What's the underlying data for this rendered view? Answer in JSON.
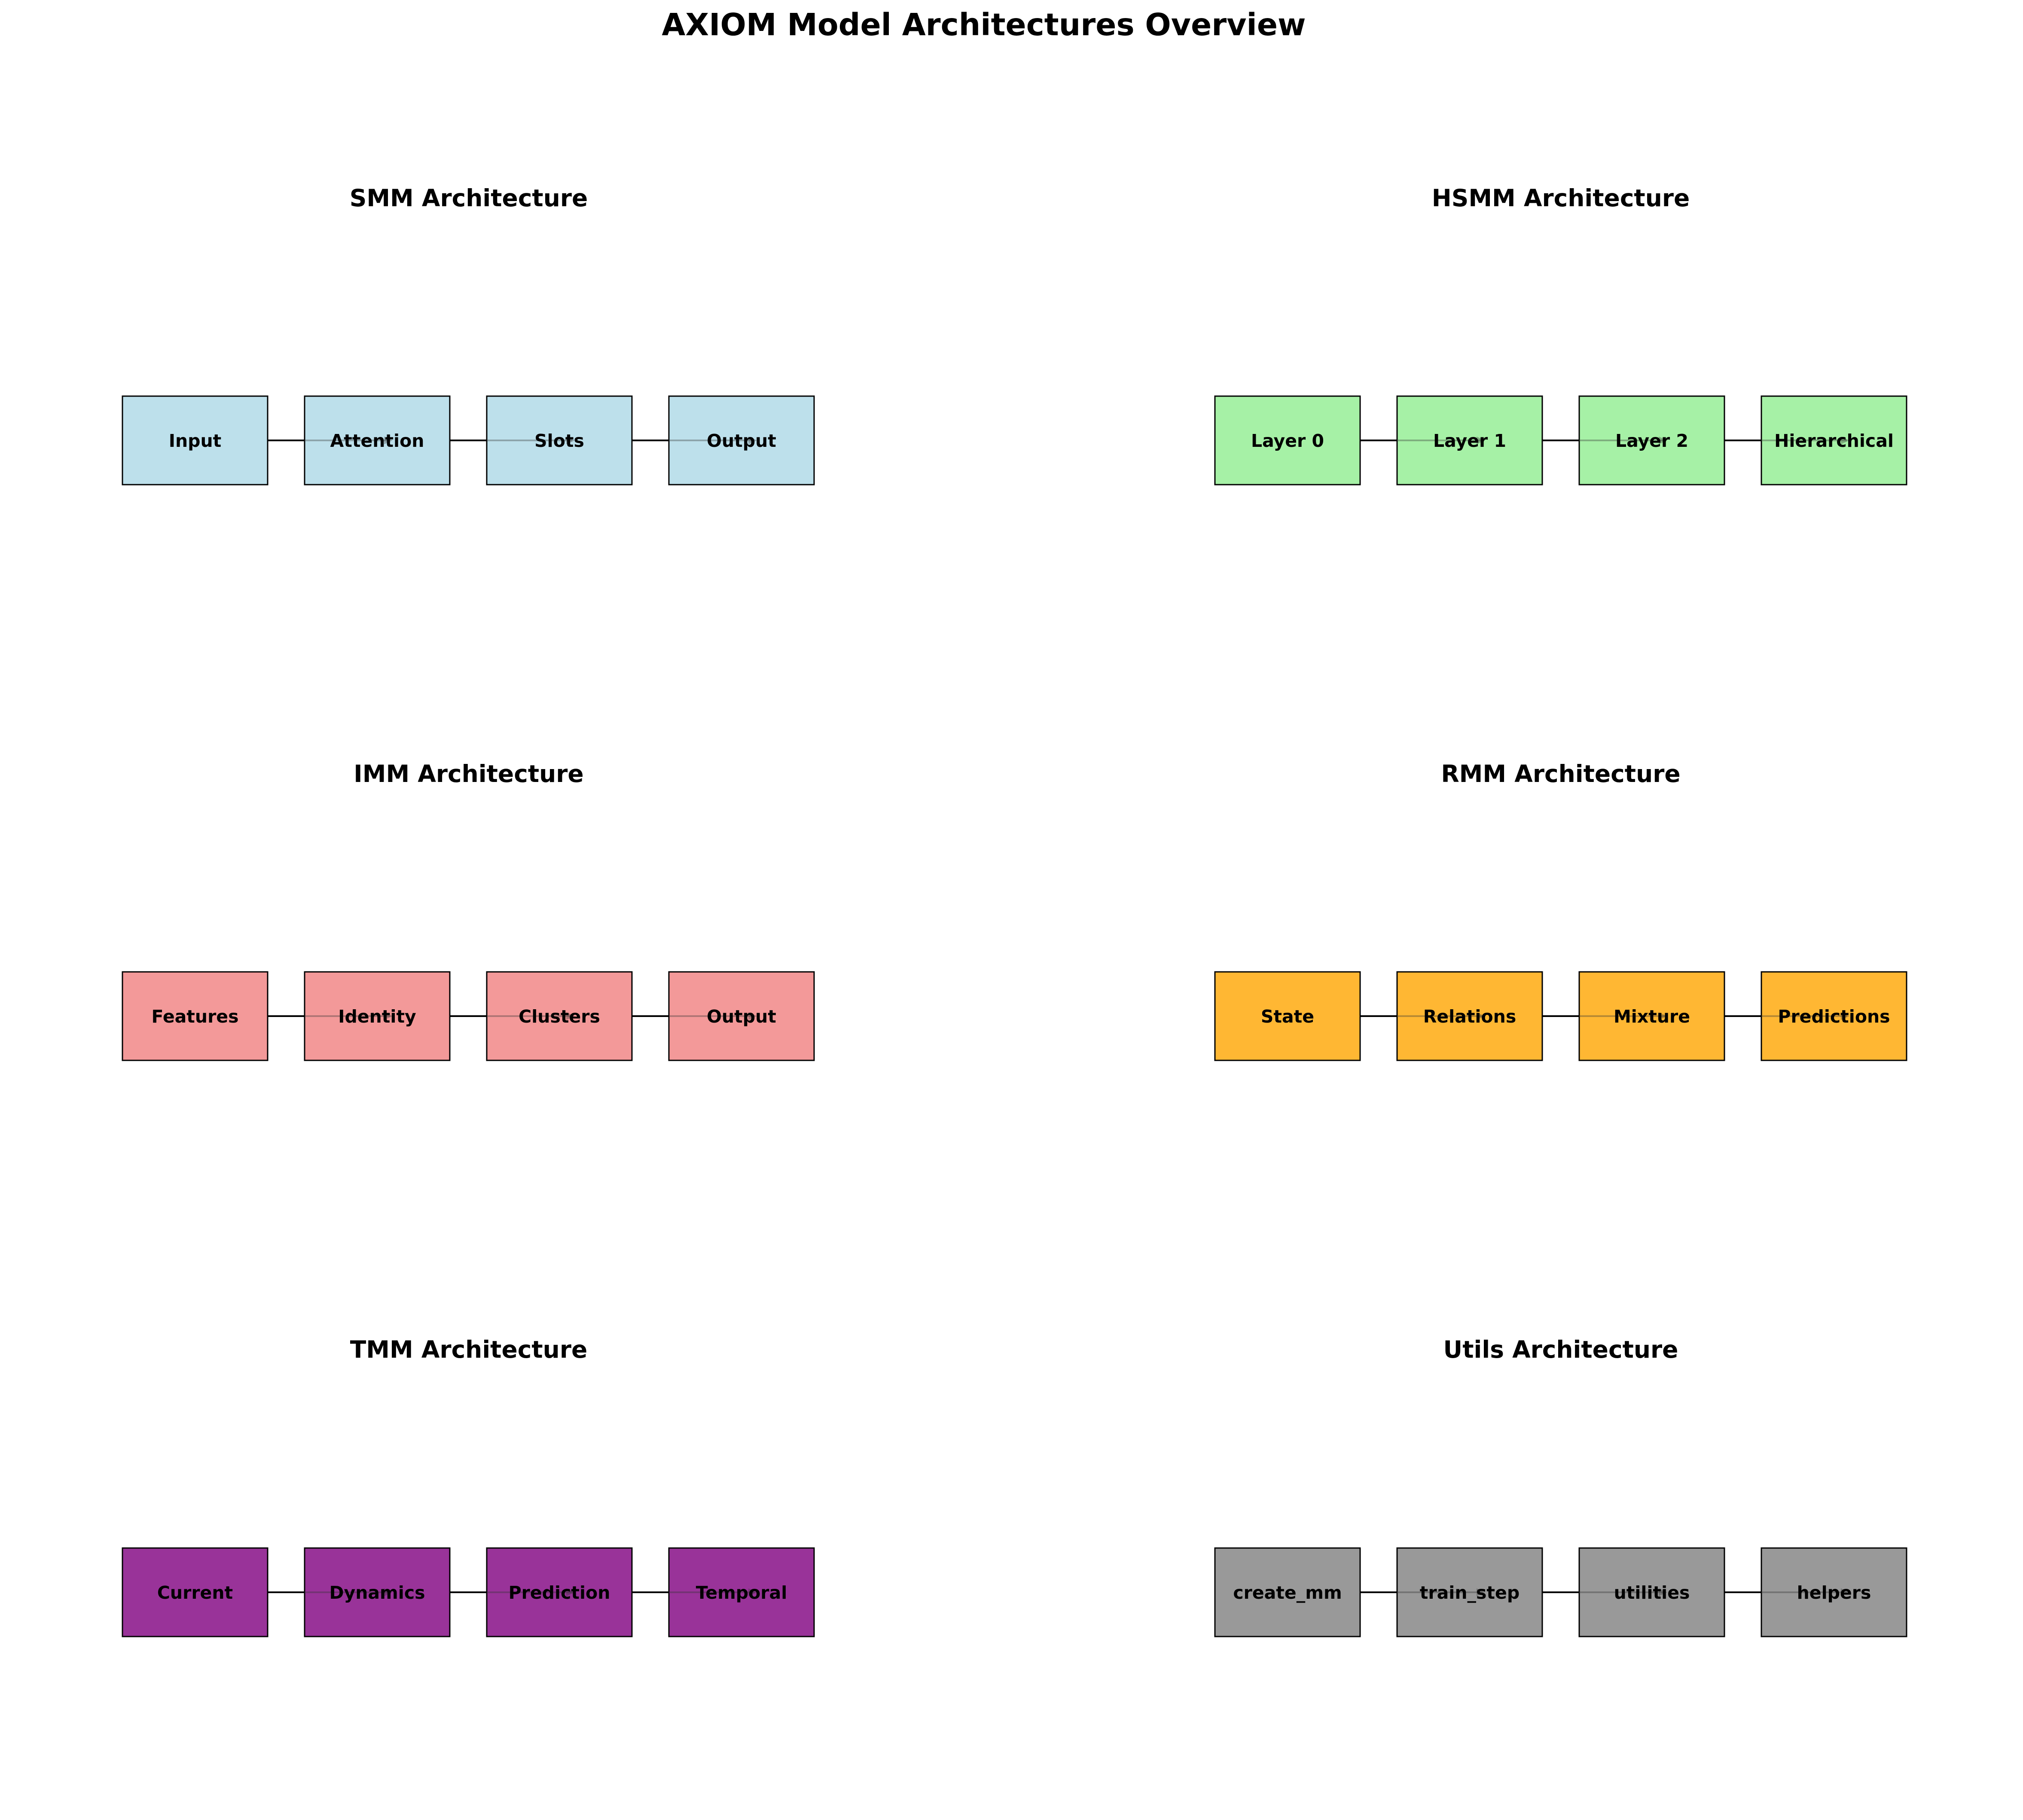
{
  "title": "AXIOM Model Architectures Overview",
  "panels": [
    {
      "title": "SMM Architecture",
      "color": "#add8e6",
      "components": [
        "Input",
        "Attention",
        "Slots",
        "Output"
      ]
    },
    {
      "title": "HSMM Architecture",
      "color": "#90ee90",
      "components": [
        "Layer 0",
        "Layer 1",
        "Layer 2",
        "Hierarchical"
      ]
    },
    {
      "title": "IMM Architecture",
      "color": "#f08080",
      "components": [
        "Features",
        "Identity",
        "Clusters",
        "Output"
      ]
    },
    {
      "title": "RMM Architecture",
      "color": "#ffa500",
      "components": [
        "State",
        "Relations",
        "Mixture",
        "Predictions"
      ]
    },
    {
      "title": "TMM Architecture",
      "color": "#800080",
      "components": [
        "Current",
        "Dynamics",
        "Prediction",
        "Temporal"
      ]
    },
    {
      "title": "Utils Architecture",
      "color": "#808080",
      "components": [
        "create_mm",
        "train_step",
        "utilities",
        "helpers"
      ]
    }
  ]
}
